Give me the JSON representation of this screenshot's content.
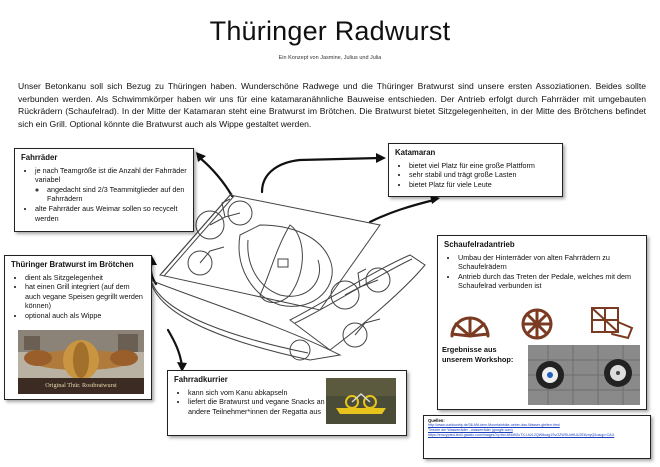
{
  "title": "Thüringer Radwurst",
  "subtitle": "Ein Konzept von Jasmine, Julius und Julia",
  "intro": "Unser Betonkanu soll sich Bezug zu Thüringen haben. Wunderschöne Radwege und die Thüringer Bratwurst sind unsere ersten Assoziationen. Beides sollte verbunden werden. Als Schwimmkörper haben wir uns für eine katamaranähnliche Bauweise entschieden. Der Antrieb erfolgt durch Fahrräder mit umgebauten Rückrädern (Schaufelrad). In der Mitte der Katamaran steht eine Bratwurst im Brötchen. Die Bratwurst bietet Sitzgelegenheiten, in der Mitte des Brötchens befindet sich ein Grill. Optional könnte die Bratwurst auch als Wippe gestaltet werden.",
  "fahrraeder": {
    "heading": "Fahrräder",
    "item1": "je nach Teamgröße ist die Anzahl der Fahrräder variabel",
    "sub1": "angedacht sind 2/3 Teammitglieder auf den Fahrrädern",
    "item2": "alte Fahrräder aus Weimar sollen so recycelt werden"
  },
  "katamaran": {
    "heading": "Katamaran",
    "items": [
      "bietet viel Platz für eine große Plattform",
      "sehr stabil und trägt große Lasten",
      "bietet Platz für viele Leute"
    ]
  },
  "bratwurst": {
    "heading": "Thüringer Bratwurst im Brötchen",
    "items": [
      "dient als Sitzgelegenheit",
      "hat einen Grill integriert (auf dem auch vegane Speisen gegrillt werden können)",
      "optional auch als Wippe"
    ],
    "photo_caption": "Original Thür. Rostbratwurst"
  },
  "schaufelrad": {
    "heading": "Schaufelradantrieb",
    "items": [
      "Umbau der Hinterräder von alten Fahrrädern zu Schaufelrädern",
      "Antrieb durch das Treten der Pedale, welches mit dem Schaufelrad verbunden ist"
    ],
    "ergebnis": "Ergebnisse aus unserem Workshop:"
  },
  "fahrradkurrier": {
    "heading": "Fahrradkurrier",
    "items": [
      "kann sich vom Kanu abkapseln",
      "liefert die Bratwurst und vegane Snacks an andere Teilnehmer*innen der Regatta aus"
    ]
  },
  "quellen": {
    "label": "Quellen:",
    "links": [
      "http://www.outdoortrip.de/36-Mit-dem-Mountainbike-ueber-das-Wasser-gleiten.html",
      "Theorie der Wasserräder - wasserräder (google.com)",
      "https://encrypted-tbn0.gstatic.com/images?q=tbn:ANd9GcTX-Lh2L2QW8uag1SvOZWSUdHUU2E6vnyQ&usqp=CAU"
    ]
  },
  "colors": {
    "wheel_brown": "#7a3b22",
    "sketch_line": "#444444",
    "shadow": "#00000059"
  }
}
